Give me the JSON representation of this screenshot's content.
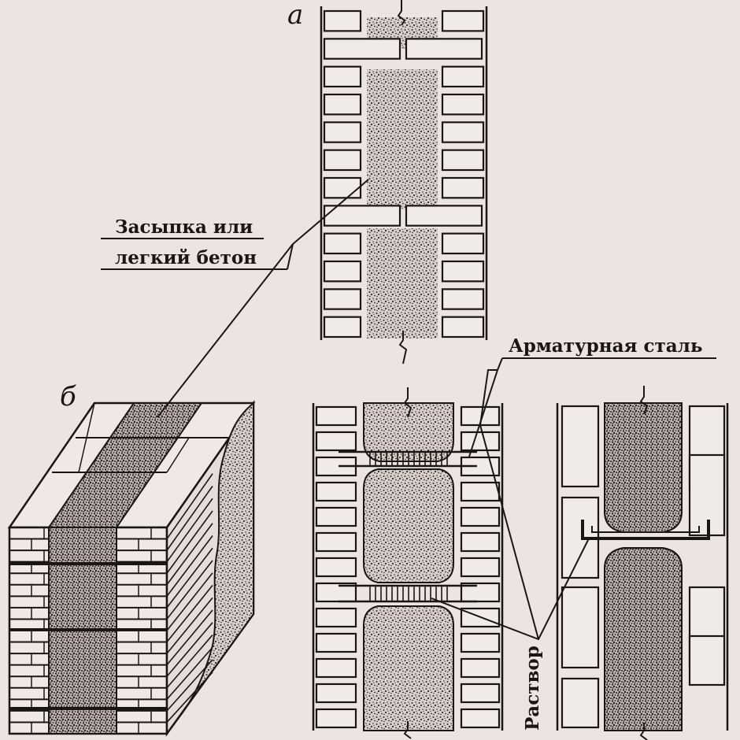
{
  "labels": {
    "fig_a": "а",
    "fig_b": "б",
    "fill": [
      "Засыпка или",
      "легкий бетон"
    ],
    "rebar": "Арматурная сталь",
    "mortar": "Раствор"
  },
  "colors": {
    "paper": "#ece4e1",
    "ink": "#1a1614",
    "fill_dots": "#3a302c",
    "fill_bg": "#d8cfcb"
  }
}
